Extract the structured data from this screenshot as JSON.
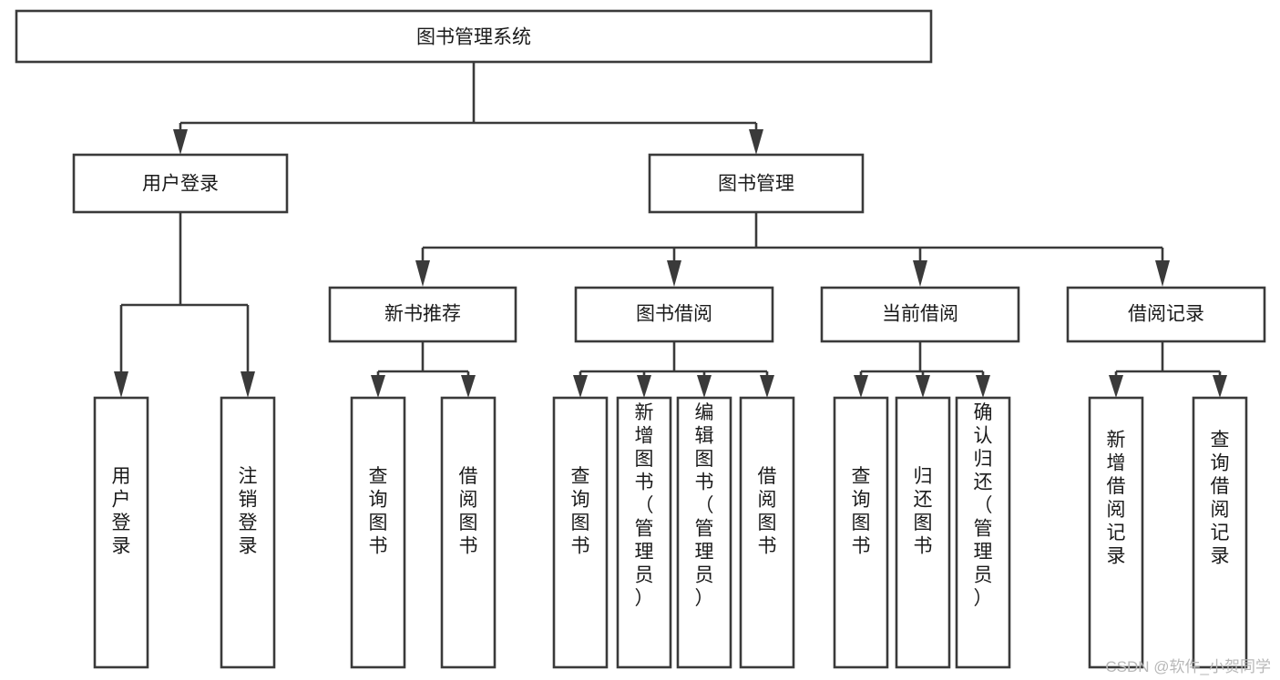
{
  "diagram": {
    "type": "tree",
    "title": "图书管理系统",
    "watermark": "CSDN @软件_小贺同学",
    "colors": {
      "stroke": "#3a3a3a",
      "fill": "#ffffff",
      "text": "#1a1a1a",
      "watermark": "#b8b8b8"
    },
    "nodes": {
      "root": {
        "label": "图书管理系统",
        "orientation": "horizontal"
      },
      "l2": [
        {
          "label": "用户登录",
          "orientation": "horizontal"
        },
        {
          "label": "图书管理",
          "orientation": "horizontal"
        }
      ],
      "l3": [
        {
          "label": "新书推荐",
          "orientation": "horizontal"
        },
        {
          "label": "图书借阅",
          "orientation": "horizontal"
        },
        {
          "label": "当前借阅",
          "orientation": "horizontal"
        },
        {
          "label": "借阅记录",
          "orientation": "horizontal"
        }
      ],
      "leaves_user_login": [
        {
          "label": "用户登录",
          "orientation": "vertical"
        },
        {
          "label": "注销登录",
          "orientation": "vertical"
        }
      ],
      "leaves_new_book": [
        {
          "label": "查询图书",
          "orientation": "vertical"
        },
        {
          "label": "借阅图书",
          "orientation": "vertical"
        }
      ],
      "leaves_borrow": [
        {
          "label": "查询图书",
          "orientation": "vertical"
        },
        {
          "label": "新增图书（管理员）",
          "orientation": "vertical"
        },
        {
          "label": "编辑图书（管理员）",
          "orientation": "vertical"
        },
        {
          "label": "借阅图书",
          "orientation": "vertical"
        }
      ],
      "leaves_current": [
        {
          "label": "查询图书",
          "orientation": "vertical"
        },
        {
          "label": "归还图书",
          "orientation": "vertical"
        },
        {
          "label": "确认归还（管理员）",
          "orientation": "vertical"
        }
      ],
      "leaves_records": [
        {
          "label": "新增借阅记录",
          "orientation": "vertical"
        },
        {
          "label": "查询借阅记录",
          "orientation": "vertical"
        }
      ]
    }
  }
}
